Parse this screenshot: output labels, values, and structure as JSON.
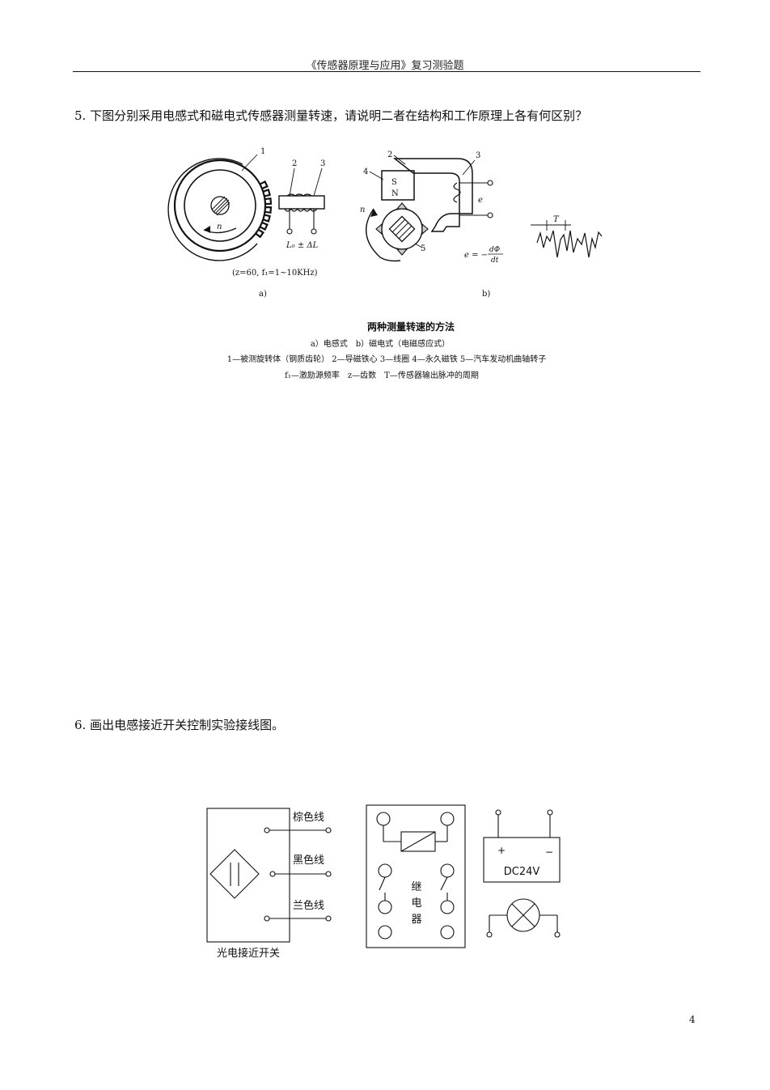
{
  "header": {
    "title": "《传感器原理与应用》复习测验题"
  },
  "questions": [
    {
      "text": "5. 下图分别采用电感式和磁电式传感器测量转速，请说明二者在结构和工作原理上各有何区别？"
    },
    {
      "text": "6. 画出电感接近开关控制实验接线图。"
    }
  ],
  "figure1": {
    "labels": {
      "n1": "1",
      "n2": "2",
      "n3": "3",
      "n4": "4",
      "n5": "5",
      "rot_a": "n",
      "rot_b": "n",
      "inductance": "L₀ ± ΔL",
      "params": "(z=60, f₁=1~10KHz)",
      "sub_a": "a)",
      "sub_b": "b)",
      "magnet_s": "S",
      "magnet_n": "N",
      "emf": "e",
      "formula_lhs": "e = −",
      "formula_num": "dΦ",
      "formula_den": "dt",
      "period": "T"
    },
    "caption": {
      "title": "两种测量转速的方法",
      "line1": "a）电感式　b）磁电式（电磁感应式）",
      "line2": "1—被测旋转体（钢质齿轮）  2—导磁铁心  3—线圈  4—永久磁铁  5—汽车发动机曲轴转子",
      "line3": "f₁—激励源频率　z—齿数　T—传感器输出脉冲的周期"
    }
  },
  "figure2": {
    "wires": [
      "棕色线",
      "黑色线",
      "兰色线"
    ],
    "sensor_label": "光电接近开关",
    "relay_label": [
      "继",
      "电",
      "器"
    ],
    "battery": {
      "label": "DC24V",
      "plus": "+",
      "minus": "−"
    }
  },
  "page_number": "4"
}
